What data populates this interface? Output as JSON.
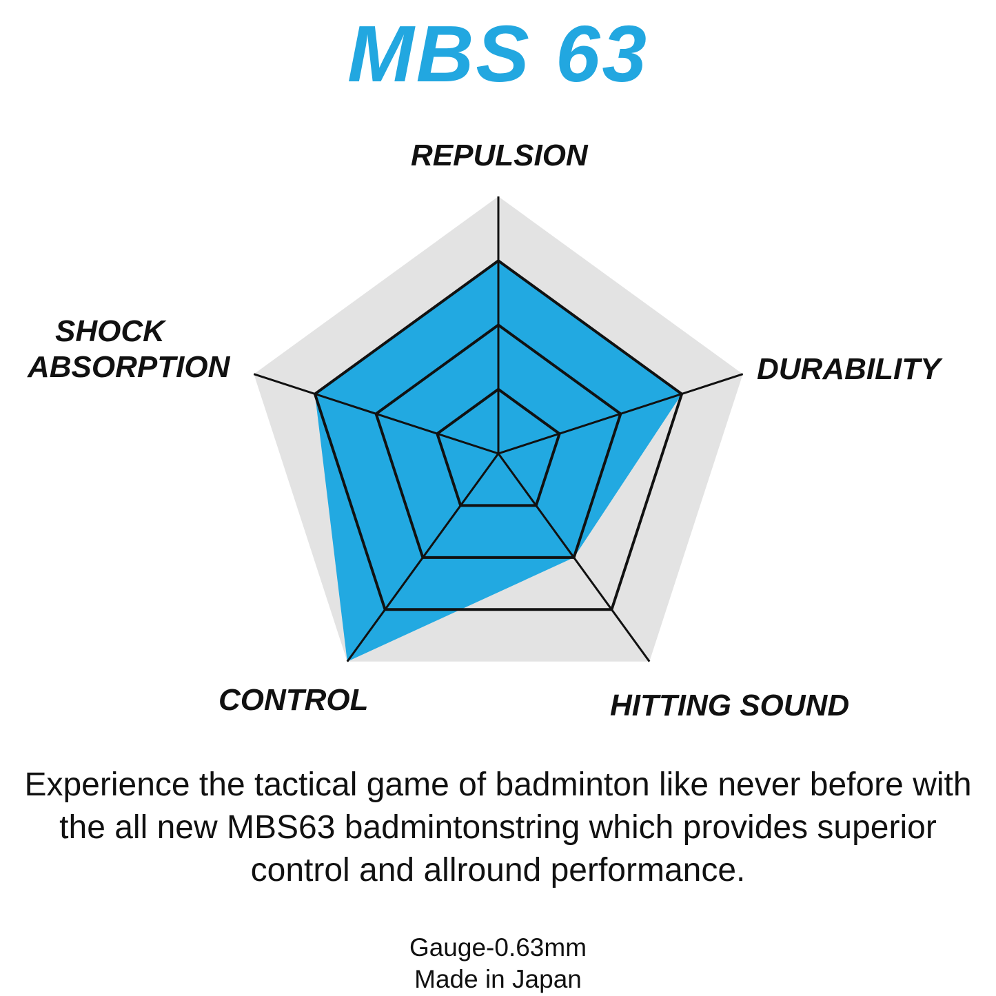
{
  "title": "MBS 63",
  "colors": {
    "title": "#22a7e0",
    "fill": "#22a9e1",
    "background_pentagon": "#e3e3e3",
    "grid": "#111111"
  },
  "chart_data": {
    "type": "radar",
    "title": "MBS 63",
    "axes": [
      "REPULSION",
      "DURABILITY",
      "HITTING SOUND",
      "CONTROL",
      "SHOCK ABSORPTION"
    ],
    "axis_label_lines": [
      [
        "REPULSION"
      ],
      [
        "DURABILITY"
      ],
      [
        "HITTING SOUND"
      ],
      [
        "CONTROL"
      ],
      [
        "SHOCK",
        "ABSORPTION"
      ]
    ],
    "levels": 4,
    "series": [
      {
        "values": [
          3,
          3,
          2,
          4,
          3
        ]
      }
    ],
    "range": [
      0,
      4
    ],
    "grid": true,
    "legend": "none"
  },
  "description": "Experience the tactical game of badminton like never before with the all new MBS63 badmintonstring which provides superior control and allround performance.",
  "specs": [
    "Gauge-0.63mm",
    "Made in Japan"
  ]
}
